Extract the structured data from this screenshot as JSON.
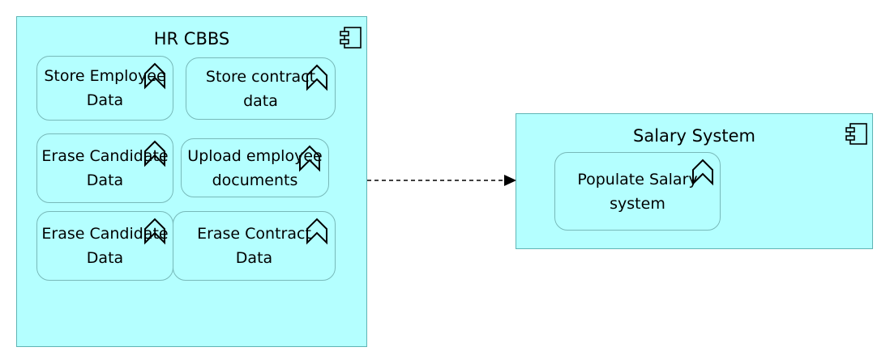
{
  "diagram": {
    "colors": {
      "component_fill": "#b4ffff",
      "component_border": "#5fb5b5",
      "function_border": "#78b9b9",
      "connector": "#000000"
    },
    "components": [
      {
        "id": "hr-cbbs",
        "title": "HR CBBS",
        "icon": "component-icon",
        "functions": [
          {
            "label": "Store Employee\nData",
            "icon": "function-icon"
          },
          {
            "label": "Store contract\ndata",
            "icon": "function-icon"
          },
          {
            "label": "Erase Candidate\nData",
            "icon": "function-icon"
          },
          {
            "label": "Upload employee\ndocuments",
            "icon": "function-icon"
          },
          {
            "label": "Erase Candidate\nData",
            "icon": "function-icon"
          },
          {
            "label": "Erase Contract\nData",
            "icon": "function-icon"
          }
        ]
      },
      {
        "id": "salary-system",
        "title": "Salary System",
        "icon": "component-icon",
        "functions": [
          {
            "label": "Populate Salary\nsystem",
            "icon": "function-icon"
          }
        ]
      }
    ],
    "relationships": [
      {
        "from": "hr-cbbs",
        "to": "salary-system",
        "type": "flow",
        "style": "dashed"
      }
    ]
  }
}
